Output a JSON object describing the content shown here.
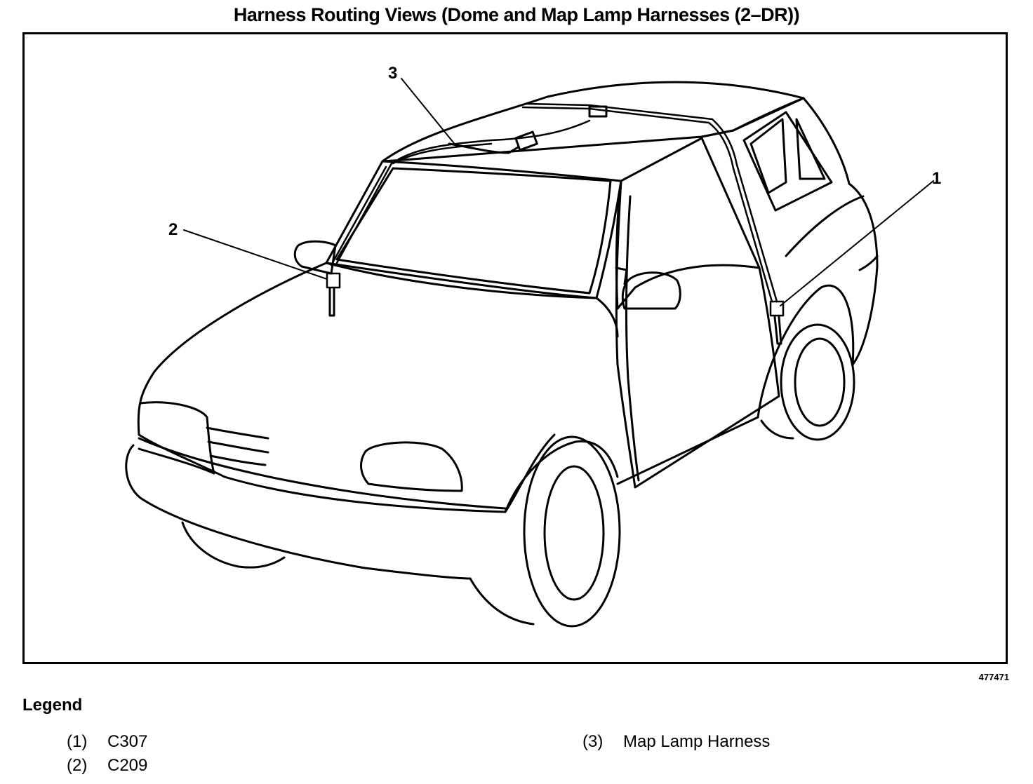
{
  "title": "Harness Routing Views (Dome and Map Lamp Harnesses (2–DR))",
  "figure_number": "477471",
  "callouts": [
    "1",
    "2",
    "3"
  ],
  "legend": {
    "heading": "Legend",
    "items": [
      {
        "num": "(1)",
        "label": "C307"
      },
      {
        "num": "(2)",
        "label": "C209"
      },
      {
        "num": "(3)",
        "label": "Map Lamp Harness"
      }
    ]
  }
}
